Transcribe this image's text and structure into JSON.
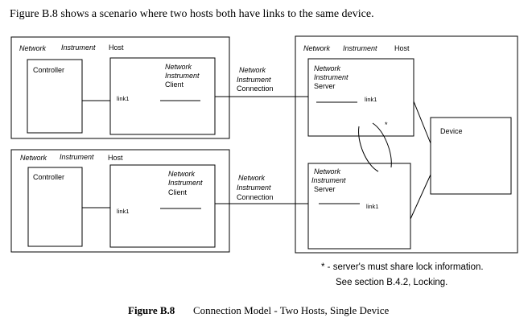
{
  "intro": "Figure B.8 shows a scenario where two hosts both have links to the same device.",
  "host_label": {
    "network": "Network",
    "instrument": "Instrument",
    "host": "Host"
  },
  "controller": "Controller",
  "client": [
    "Network",
    "Instrument",
    "Client"
  ],
  "server": [
    "Network",
    "Instrument",
    "Server"
  ],
  "link": "link1",
  "connection": [
    "Network",
    "Instrument",
    "Connection"
  ],
  "device": "Device",
  "asterisk": "*",
  "note_line1": "* - server's must share lock information.",
  "note_line2": "See section B.4.2, Locking.",
  "caption": {
    "figure": "Figure B.8",
    "text": "Connection Model - Two Hosts, Single Device"
  }
}
